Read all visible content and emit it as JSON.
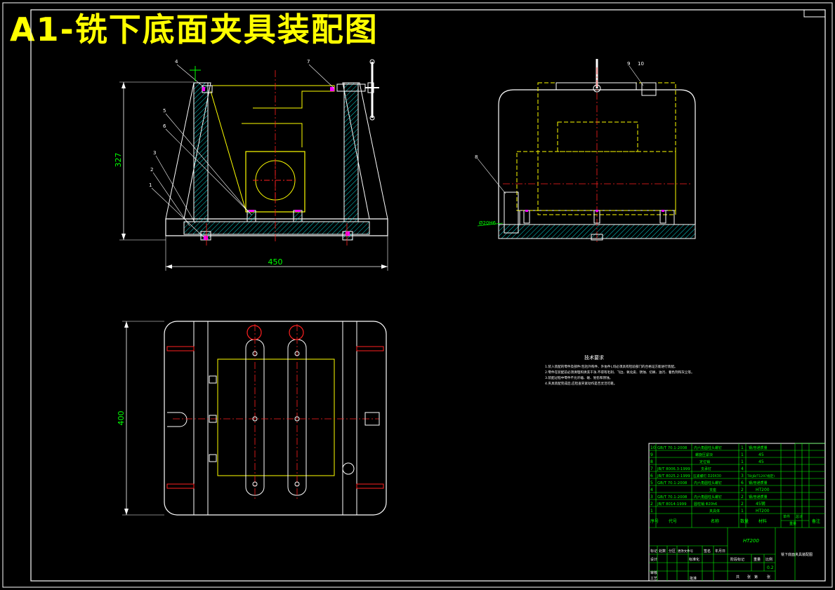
{
  "drawing": {
    "title": "A1-铣下底面夹具装配图",
    "dims": {
      "height_front": "327",
      "width_front": "450",
      "height_top": "400",
      "dia_side": "Ø20H6"
    },
    "part_numbers_front": [
      "4",
      "5",
      "6",
      "3",
      "2",
      "1",
      "7"
    ],
    "part_numbers_side": [
      "8",
      "9",
      "10"
    ],
    "tech_title": "技术要求",
    "tech_lines": [
      "1.装入装配的零件及部件(包括外购件、外协件),均必须具有检验部门的合格证方能进行装配。",
      "2.零件在装配前必须清理和清洗干净,不得有毛刺、飞边、氧化皮、锈蚀、切屑、油污、着色剂和灰尘等。",
      "3.装配过程中零件不允许磕、碰、划伤和锈蚀。",
      "4.夹具装配完成后,应检查夹紧动作是否灵活可靠。"
    ]
  },
  "bom": {
    "rows": [
      {
        "no": "10",
        "code": "GB/T 70.1-2008",
        "name": "内六角圆柱头螺钉",
        "qty": "1",
        "material": "钢/普通质量",
        "weight": ""
      },
      {
        "no": "9",
        "code": "",
        "name": "螺旋压紧块",
        "qty": "1",
        "material": "45",
        "weight": ""
      },
      {
        "no": "8",
        "code": "",
        "name": "定位销",
        "qty": "1",
        "material": "45",
        "weight": ""
      },
      {
        "no": "7",
        "code": "JB/T 8006.3-1999",
        "name": "支承钉",
        "qty": "4",
        "material": "",
        "weight": ""
      },
      {
        "no": "6",
        "code": "JB/T 8025.2-1999",
        "name": "压紧螺钉 D20X30",
        "qty": "3",
        "material": "T8(JB/T1297规定)",
        "weight": ""
      },
      {
        "no": "5",
        "code": "GB/T 70.1-2008",
        "name": "内六角圆柱头螺钉",
        "qty": "6",
        "material": "钢/普通质量",
        "weight": ""
      },
      {
        "no": "4",
        "code": "",
        "name": "支座",
        "qty": "2",
        "material": "HT200",
        "weight": ""
      },
      {
        "no": "3",
        "code": "GB/T 70.1-2008",
        "name": "内六角圆柱头螺钉",
        "qty": "2",
        "material": "钢/普通质量",
        "weight": ""
      },
      {
        "no": "2",
        "code": "JB/T 8014-1999",
        "name": "圆柱销 Φ20h6",
        "qty": "2",
        "material": "45钢",
        "weight": ""
      },
      {
        "no": "1",
        "code": "",
        "name": "夹具体",
        "qty": "1",
        "material": "HT200",
        "weight": ""
      }
    ],
    "header": {
      "no": "序号",
      "code": "代号",
      "name": "名称",
      "qty": "数量",
      "material": "材料",
      "single": "单件",
      "total": "总计",
      "weight": "重量",
      "remark": "备注"
    },
    "material_cell": "HT200",
    "drawing_name": "铣下底面夹具装配图",
    "labels": {
      "mark": "标记",
      "count": "处数",
      "zone": "分区",
      "change_doc": "更改文件号",
      "sign": "签名",
      "date": "年月日",
      "design": "设计",
      "standardize": "标准化",
      "stage_mark": "阶段标记",
      "weight": "重量",
      "scale": "比例",
      "review": "审核",
      "process": "工艺",
      "approve": "批准",
      "sheet_total": "共",
      "sheet_word": "张",
      "sheet_no": "第",
      "sheet_word2": "张"
    },
    "scale_value": "0.2"
  },
  "colors": {
    "background": "#000000",
    "outline": "#ffffff",
    "title": "#ffff00",
    "part": "#ffff00",
    "hatch": "#00e0e0",
    "center": "#ff2020",
    "dim": "#00ff00",
    "accent": "#ff00ff"
  }
}
